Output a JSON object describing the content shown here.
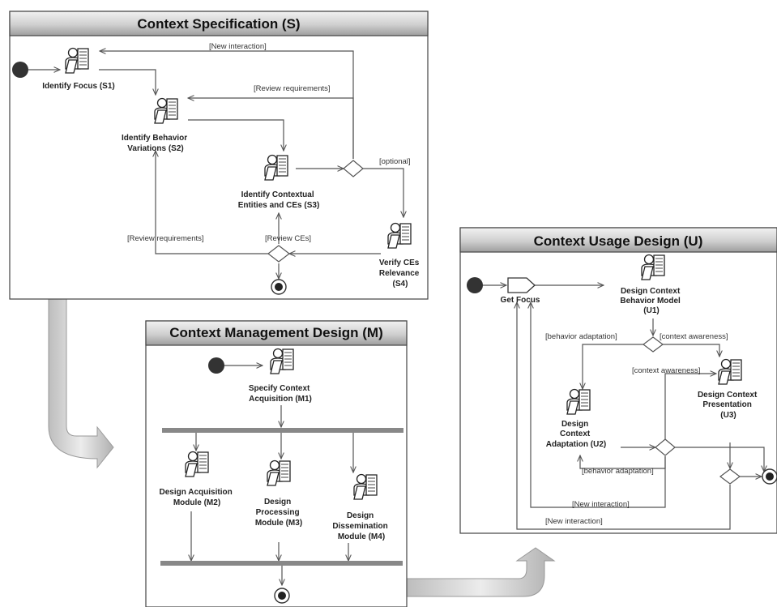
{
  "panels": {
    "spec": {
      "title": "Context Specification (S)"
    },
    "mgmt": {
      "title": "Context Management Design (M)"
    },
    "usage": {
      "title": "Context Usage Design (U)"
    }
  },
  "nodes": {
    "s1": [
      "Identify Focus (S1)"
    ],
    "s2": [
      "Identify Behavior",
      "Variations (S2)"
    ],
    "s3": [
      "Identify Contextual",
      "Entities and CEs (S3)"
    ],
    "s4": [
      "Verify CEs",
      "Relevance",
      "(S4)"
    ],
    "m1": [
      "Specify Context",
      "Acquisition (M1)"
    ],
    "m2": [
      "Design Acquisition",
      "Module (M2)"
    ],
    "m3": [
      "Design",
      "Processing",
      "Module (M3)"
    ],
    "m4": [
      "Design",
      "Dissemination",
      "Module (M4)"
    ],
    "u_focus": [
      "Get Focus"
    ],
    "u1": [
      "Design Context",
      "Behavior Model",
      "(U1)"
    ],
    "u2": [
      "Design",
      "Context",
      "Adaptation (U2)"
    ],
    "u3": [
      "Design Context",
      "Presentation",
      "(U3)"
    ]
  },
  "guards": {
    "new_interaction": "[New interaction]",
    "review_req_1": "[Review requirements]",
    "optional": "[optional]",
    "review_req_2": "[Review requirements]",
    "review_ces": "[Review CEs]",
    "behavior_adaptation_1": "[behavior adaptation]",
    "context_awareness_1": "[context awareness]",
    "context_awareness_2": "[context awareness]",
    "behavior_adaptation_2": "[behavior adaptation]",
    "new_interaction_u1": "[New interaction]",
    "new_interaction_u2": "[New interaction]"
  },
  "icons": {
    "activity": "person-with-document-icon",
    "start": "initial-node-icon",
    "end": "final-node-icon",
    "decision": "decision-diamond-icon",
    "signal": "send-signal-icon",
    "flow": "phase-flow-arrow-icon"
  }
}
